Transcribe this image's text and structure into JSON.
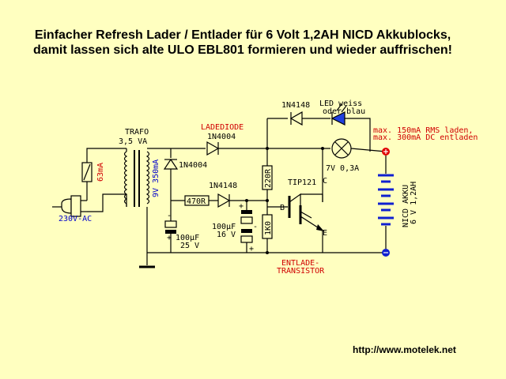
{
  "title": {
    "line1": "Einfacher Refresh Lader / Entlader für 6 Volt 1,2AH NICD Akkublocks,",
    "line2": "damit lassen sich alte ULO EBL801 formieren und wieder auffrischen!"
  },
  "labels": {
    "trafo": "TRAFO",
    "trafo_va": "3,5 VA",
    "fuse": "63mA",
    "trafo_secondary": "9V 350mA",
    "mains": "230V-AC",
    "ladediode": "LADEDIODE",
    "d_charge": "1N4004",
    "d_rectifier": "1N4004",
    "d_top": "1N4148",
    "d_mid": "1N4148",
    "led": "LED weiss",
    "led2": "oder blau",
    "note1": "max. 150mA RMS laden,",
    "note2": "max. 300mA DC entladen",
    "lamp": "7V 0,3A",
    "r470": "470R",
    "r220": "220R",
    "r1k": "1K0",
    "transistor": "TIP121",
    "pin_b": "B",
    "pin_c": "C",
    "pin_e": "E",
    "c1_val": "100µF",
    "c1_v": "25 V",
    "c2_val": "100µF",
    "c2_v": "16 V",
    "entlade1": "ENTLADE-",
    "entlade2": "TRANSISTOR",
    "akku1": "NICD AKKU",
    "akku2": "6 V 1,2AH",
    "plus": "+",
    "minus": "-",
    "url": "http://www.motelek.net"
  },
  "colors": {
    "background": "#ffffc0",
    "red_text": "#d00000",
    "blue_text": "#0000cc",
    "led_blue": "#2040e0",
    "battery_blue": "#1020d0",
    "terminal_red": "#e00000"
  }
}
